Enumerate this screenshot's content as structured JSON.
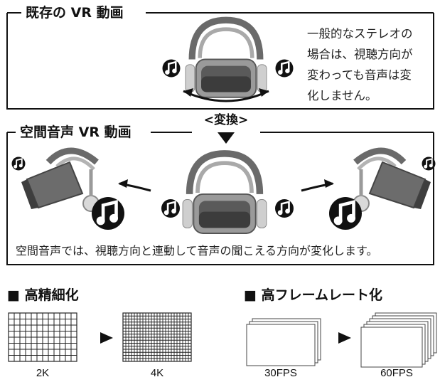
{
  "sections": {
    "existing": {
      "title": "既存の VR 動画",
      "description_lines": [
        "一般的なステレオの",
        "場合は、視聴方向が",
        "変わっても音声は変",
        "化しません。"
      ]
    },
    "convert_label": "<変換>",
    "spatial": {
      "title": "空間音声 VR 動画",
      "caption": "空間音声では、視聴方向と連動して音声の聞こえる方向が変化します。"
    },
    "resolution": {
      "title": "■ 高精細化",
      "from_label": "2K",
      "to_label": "4K"
    },
    "framerate": {
      "title": "■ 高フレームレート化",
      "from_label": "30FPS",
      "to_label": "60FPS"
    }
  },
  "colors": {
    "ink": "#111111",
    "headset_dark": "#555555",
    "headset_mid": "#9a9a9a",
    "headset_light": "#d6d6d6"
  }
}
